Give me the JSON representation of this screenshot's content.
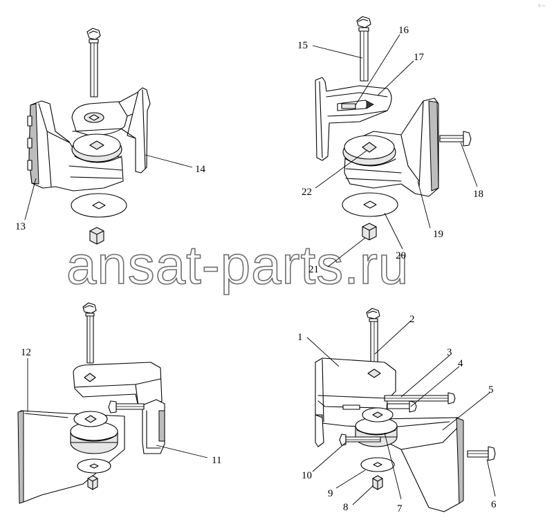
{
  "watermark": "ansat-parts.ru",
  "corner_mark": "≡ —",
  "callouts": [
    {
      "id": "c1",
      "text": "1"
    },
    {
      "id": "c2",
      "text": "2"
    },
    {
      "id": "c3",
      "text": "3"
    },
    {
      "id": "c4",
      "text": "4"
    },
    {
      "id": "c5",
      "text": "5"
    },
    {
      "id": "c6",
      "text": "6"
    },
    {
      "id": "c7",
      "text": "7"
    },
    {
      "id": "c8",
      "text": "8"
    },
    {
      "id": "c9",
      "text": "9"
    },
    {
      "id": "c10",
      "text": "10"
    },
    {
      "id": "c11",
      "text": "11"
    },
    {
      "id": "c12",
      "text": "12"
    },
    {
      "id": "c13",
      "text": "13"
    },
    {
      "id": "c14",
      "text": "14"
    },
    {
      "id": "c15",
      "text": "15"
    },
    {
      "id": "c16",
      "text": "16"
    },
    {
      "id": "c17",
      "text": "17"
    },
    {
      "id": "c18",
      "text": "18"
    },
    {
      "id": "c19",
      "text": "19"
    },
    {
      "id": "c20",
      "text": "20"
    },
    {
      "id": "c21",
      "text": "21"
    },
    {
      "id": "c22",
      "text": "22"
    }
  ]
}
